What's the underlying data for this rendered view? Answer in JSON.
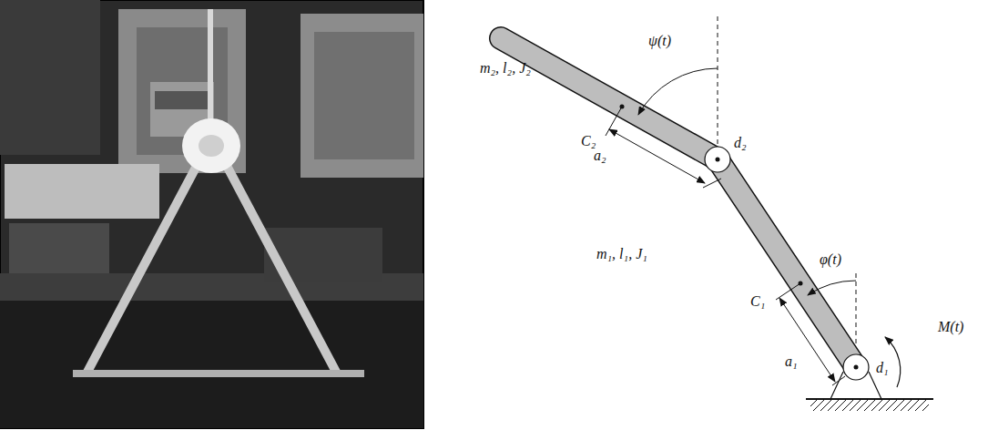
{
  "diagram": {
    "labels": [
      "ψ(t)",
      "m₂, l₂, J₂",
      "C₂",
      "a₂",
      "d₂",
      "φ(t)",
      "m₁, l₁, J₁",
      "C₁",
      "a₁",
      "d₁",
      "M(t)"
    ]
  }
}
